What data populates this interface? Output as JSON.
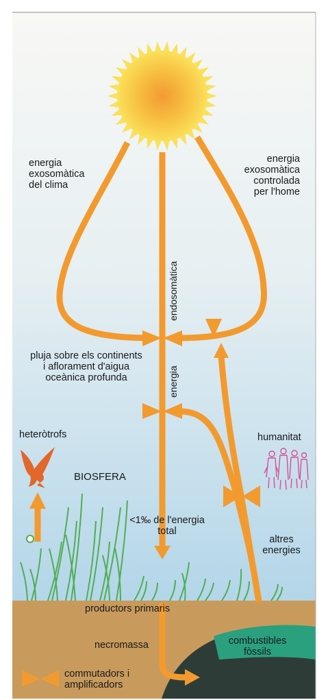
{
  "labels": {
    "exo_clima": [
      "energia",
      "exosomàtica",
      "del clima"
    ],
    "exo_home": [
      "energia",
      "exosomàtica",
      "controlada",
      "per l'home"
    ],
    "endosomatica": "endosomàtica",
    "energia_vertical": "energia",
    "pluja": [
      "pluja sobre els continents",
      "i aflorament d'aigua",
      "oceànica profunda"
    ],
    "heterotrofs": "heteròtrofs",
    "biosfera": "BIOSFERA",
    "humanitat": "humanitat",
    "fraction": [
      "<1‰ de l'energia",
      "total"
    ],
    "altres": [
      "altres",
      "energies"
    ],
    "productors": "productors primaris",
    "necromassa": "necromassa",
    "combustibles": [
      "combustibles",
      "fòssils"
    ],
    "legend": [
      "commutadors i",
      "amplificadors"
    ]
  },
  "colors": {
    "arrow": "#f39a2e",
    "sky_top": "#f7f8f6",
    "sky_bottom": "#b9d9ea",
    "soil": "#c79a5c",
    "dark_hill": "#2d3b36",
    "green_band": "#2aa07f",
    "bird": "#e2672a",
    "people": "#d94b9a",
    "grass": "#4caf50"
  },
  "icons": [
    "sun-icon",
    "bird-icon",
    "people-icon",
    "grass-icon",
    "switch-icon"
  ]
}
